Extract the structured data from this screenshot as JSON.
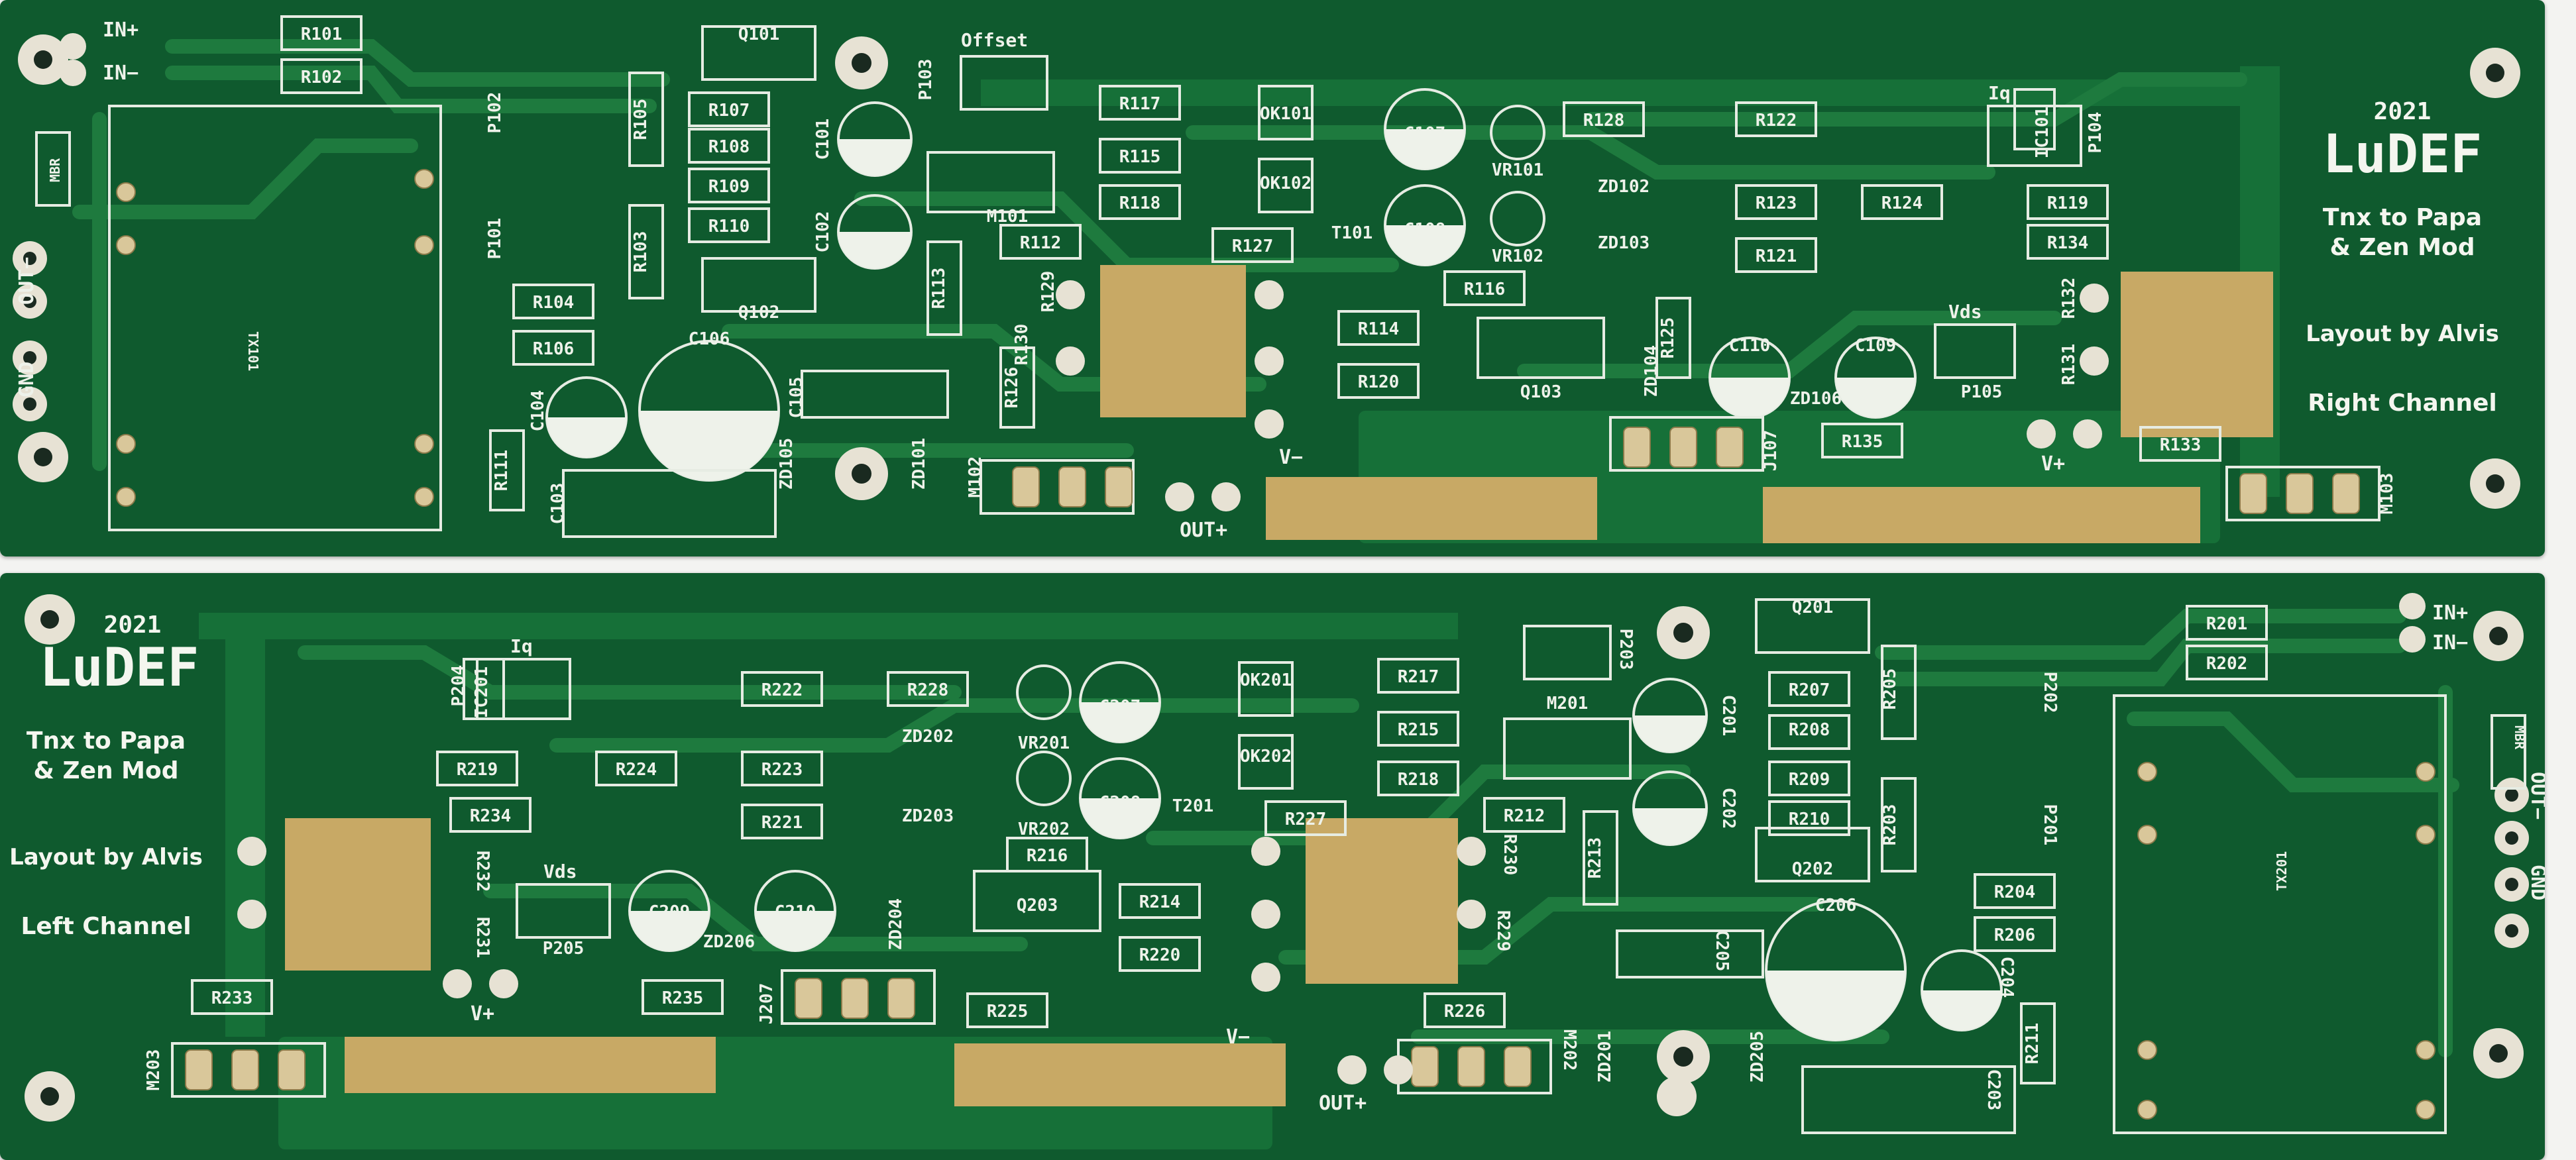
{
  "top_board": {
    "year": "2021",
    "title": "LuDEF",
    "credit_line1": "Tnx to Papa",
    "credit_line2": "& Zen Mod",
    "layout_credit": "Layout by Alvis",
    "channel": "Right Channel",
    "connectors": [
      "IN+",
      "IN−",
      "OUT−",
      "GND",
      "OUT+",
      "V−",
      "V+"
    ],
    "labels": [
      "Offset",
      "Iq",
      "Vds",
      "MBR",
      "TX101"
    ],
    "components": [
      "R101",
      "R102",
      "R105",
      "R103",
      "R104",
      "R106",
      "R107",
      "R108",
      "R109",
      "R110",
      "R111",
      "R112",
      "R113",
      "R114",
      "R115",
      "R116",
      "R117",
      "R118",
      "R119",
      "R120",
      "R121",
      "R122",
      "R123",
      "R124",
      "R125",
      "R126",
      "R127",
      "R128",
      "R129",
      "R130",
      "R131",
      "R132",
      "R133",
      "R134",
      "R135",
      "Q101",
      "Q102",
      "Q103",
      "C101",
      "C102",
      "C103",
      "C104",
      "C105",
      "C106",
      "C107",
      "C108",
      "C109",
      "C110",
      "OK101",
      "OK102",
      "VR101",
      "VR102",
      "ZD101",
      "ZD102",
      "ZD103",
      "ZD104",
      "ZD105",
      "ZD106",
      "P101",
      "P102",
      "P103",
      "P104",
      "P105",
      "M101",
      "M102",
      "M103",
      "J107",
      "IC101",
      "T101"
    ]
  },
  "bottom_board": {
    "year": "2021",
    "title": "LuDEF",
    "credit_line1": "Tnx to Papa",
    "credit_line2": "& Zen Mod",
    "layout_credit": "Layout by Alvis",
    "channel": "Left Channel",
    "connectors": [
      "IN+",
      "IN−",
      "OUT−",
      "GND",
      "OUT+",
      "V−",
      "V+"
    ],
    "labels": [
      "Iq",
      "Vds",
      "MBR",
      "TX201"
    ],
    "components": [
      "R201",
      "R202",
      "R203",
      "R204",
      "R205",
      "R206",
      "R207",
      "R208",
      "R209",
      "R210",
      "R211",
      "R212",
      "R213",
      "R214",
      "R215",
      "R216",
      "R217",
      "R218",
      "R219",
      "R220",
      "R221",
      "R222",
      "R223",
      "R224",
      "R225",
      "R226",
      "R227",
      "R228",
      "R229",
      "R230",
      "R231",
      "R232",
      "R233",
      "R234",
      "R235",
      "Q201",
      "Q202",
      "Q203",
      "C201",
      "C202",
      "C203",
      "C204",
      "C205",
      "C206",
      "C207",
      "C208",
      "C209",
      "C210",
      "OK201",
      "OK202",
      "VR201",
      "VR202",
      "ZD201",
      "ZD202",
      "ZD203",
      "ZD204",
      "ZD205",
      "ZD206",
      "P201",
      "P202",
      "P203",
      "P204",
      "P205",
      "M201",
      "M202",
      "M203",
      "J207",
      "IC201",
      "T201"
    ]
  },
  "colors": {
    "background": "#f3f3f1",
    "board": "#0f5a2e",
    "silkscreen": "#e6ece3",
    "pad": "#d9c79a"
  }
}
